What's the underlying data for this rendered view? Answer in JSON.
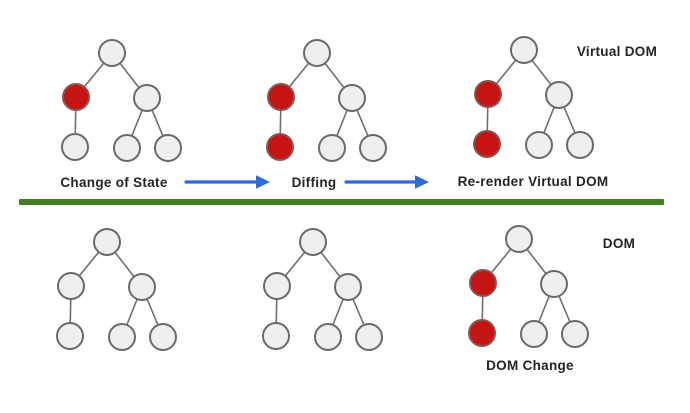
{
  "title": "Virtual DOM vs DOM diffing diagram",
  "colors": {
    "node_fill": "#efefef",
    "node_stroke": "#6a6a6a",
    "changed_fill": "#c51412",
    "changed_stroke": "#8a5450",
    "edge_color": "#6f6f6f",
    "arrow_blue": "#2e6bd9",
    "divider_green": "#447e24",
    "text_color": "#242424",
    "page_bg": "#ffffff"
  },
  "labels": {
    "change_of_state": "Change of State",
    "diffing": "Diffing",
    "rerender_virtual_dom": "Re-render Virtual DOM",
    "virtual_dom": "Virtual DOM",
    "dom": "DOM",
    "dom_change": "DOM Change"
  },
  "icons": {
    "arrow_right_1": "blue right arrow from Change of State to Diffing",
    "arrow_right_2": "blue right arrow from Diffing to Re-render Virtual DOM"
  },
  "diagram": {
    "sections": [
      {
        "name": "virtual-dom",
        "label": "Virtual DOM"
      },
      {
        "name": "dom",
        "label": "DOM"
      }
    ],
    "trees": [
      {
        "id": "vdom-change-of-state",
        "section": "virtual-dom",
        "changed_nodes": [
          "left"
        ]
      },
      {
        "id": "vdom-diffing",
        "section": "virtual-dom",
        "changed_nodes": [
          "left",
          "left-left"
        ]
      },
      {
        "id": "vdom-rerender",
        "section": "virtual-dom",
        "changed_nodes": [
          "left",
          "left-left"
        ]
      },
      {
        "id": "dom-before-1",
        "section": "dom",
        "changed_nodes": []
      },
      {
        "id": "dom-before-2",
        "section": "dom",
        "changed_nodes": []
      },
      {
        "id": "dom-after-change",
        "section": "dom",
        "changed_nodes": [
          "left",
          "left-left"
        ]
      }
    ],
    "tree_structure": {
      "nodes": [
        "root",
        "left",
        "right",
        "left-left",
        "right-left",
        "right-right"
      ],
      "edges": [
        [
          "root",
          "left"
        ],
        [
          "root",
          "right"
        ],
        [
          "left",
          "left-left"
        ],
        [
          "right",
          "right-left"
        ],
        [
          "right",
          "right-right"
        ]
      ]
    }
  }
}
